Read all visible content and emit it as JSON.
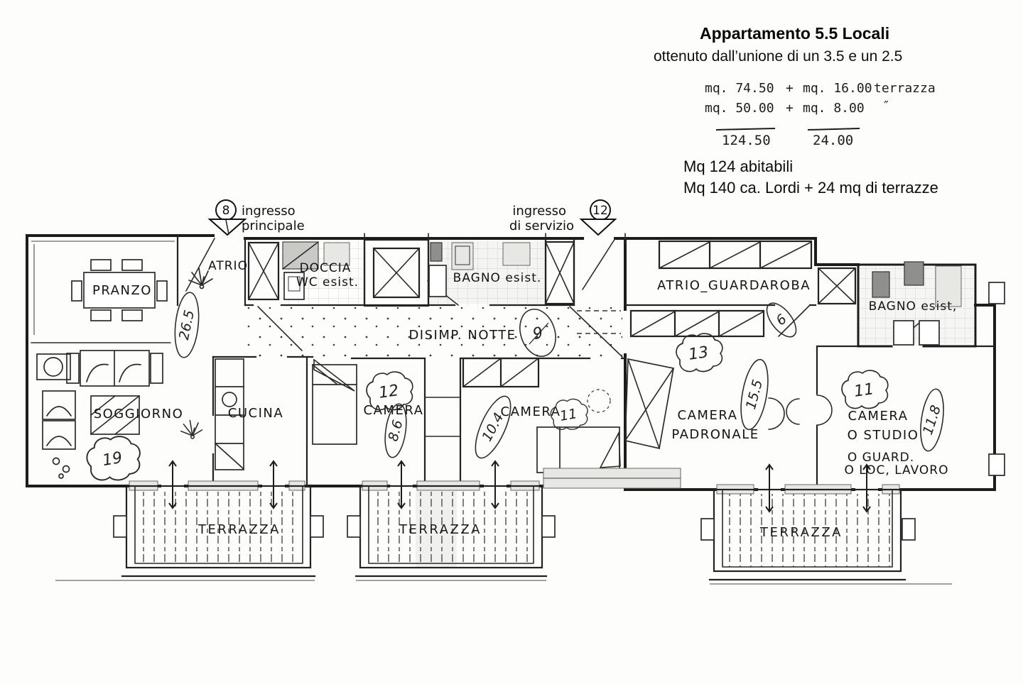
{
  "summary": {
    "title": "Appartamento 5.5 Locali",
    "subtitle": "ottenuto dall’unione di un 3.5 e un 2.5",
    "calc": {
      "row1_left": "mq. 74.50",
      "row1_plus": "+",
      "row1_right": "mq. 16.00",
      "row1_suffix": "terrazza",
      "row2_left": "mq. 50.00",
      "row2_plus": "+",
      "row2_right": "mq.   8.00",
      "row2_ditto": "″",
      "total_living": "124.50",
      "total_terrace": "24.00"
    },
    "note_abitabili": "Mq 124 abitabili",
    "note_lordi": "Mq 140 ca. Lordi + 24 mq di terrazze"
  },
  "entrances": {
    "main": {
      "number": "8",
      "line1": "ingresso",
      "line2": "principale"
    },
    "service": {
      "number": "12",
      "line1": "ingresso",
      "line2": "di servizio"
    }
  },
  "rooms": {
    "pranzo": "PRANZO",
    "atrio": "ATRIO",
    "doccia1": "DOCCIA",
    "doccia2": "WC esist.",
    "bagno1": "BAGNO esist.",
    "disimp": "DISIMP. NOTTE",
    "guardaroba": "ATRIO_GUARDAROBA",
    "bagno2": "BAGNO esist,",
    "soggiorno": "SOGGIORNO",
    "cucina": "CUCINA",
    "camera1": "CAMERA",
    "camera2": "CAMERA",
    "padronale1": "CAMERA",
    "padronale2": "PADRONALE",
    "studio1": "CAMERA",
    "studio2": "O STUDIO",
    "studio3": "O GUARD.",
    "studio4": "O LOC, LAVORO",
    "terrazza1": "TERRAZZA",
    "terrazza2": "TERRAZZA",
    "terrazza3": "TERRAZZA"
  },
  "areas": {
    "pranzo": "26.5",
    "camera1": "8.6",
    "camera2": "10.4",
    "disimp": "9",
    "guardaroba": "6",
    "padronale": "15.5",
    "studio": "11.8"
  },
  "marks": {
    "soggiorno": "19",
    "camera1": "12",
    "camera2": "11",
    "guardaroba": "13",
    "studio": "11"
  }
}
